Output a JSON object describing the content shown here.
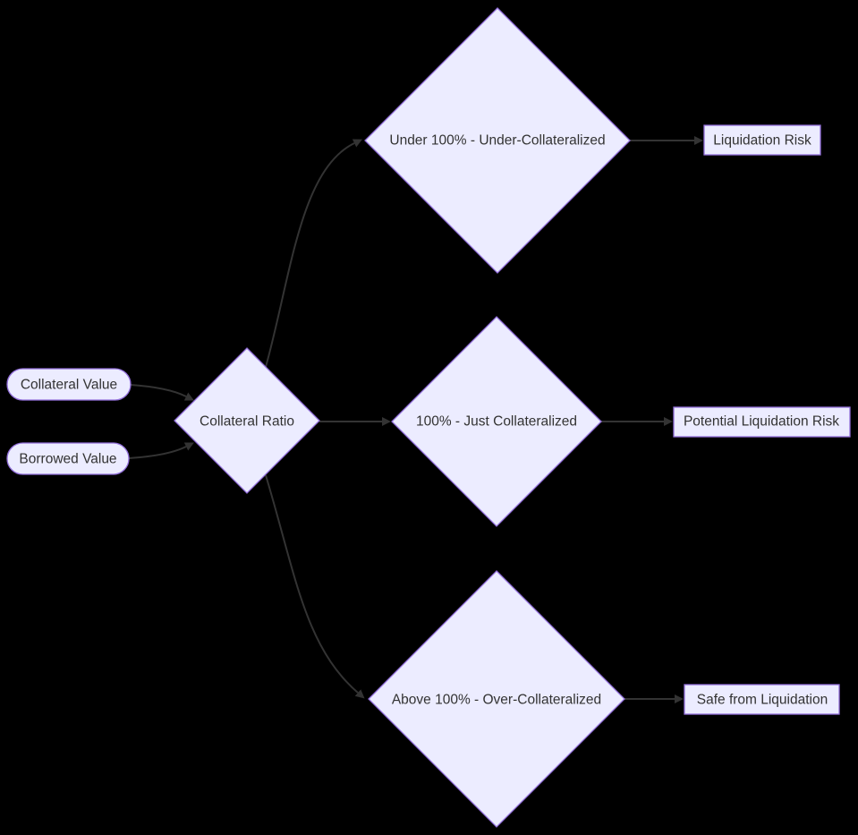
{
  "diagram": {
    "type": "flowchart",
    "direction": "left-to-right",
    "colors": {
      "background": "#000000",
      "node_fill": "#ECECFF",
      "node_border": "#9370DB",
      "edge_stroke": "#333333",
      "text": "#333333"
    },
    "nodes": {
      "collateral_value": {
        "label": "Collateral Value",
        "shape": "stadium"
      },
      "borrowed_value": {
        "label": "Borrowed Value",
        "shape": "stadium"
      },
      "collateral_ratio": {
        "label": "Collateral Ratio",
        "shape": "diamond"
      },
      "under_collateralized": {
        "label": "Under 100% - Under-Collateralized",
        "shape": "diamond"
      },
      "just_collateralized": {
        "label": "100% - Just Collateralized",
        "shape": "diamond"
      },
      "over_collateralized": {
        "label": "Above 100% - Over-Collateralized",
        "shape": "diamond"
      },
      "liquidation_risk": {
        "label": "Liquidation Risk",
        "shape": "rectangle"
      },
      "potential_liquidation_risk": {
        "label": "Potential Liquidation Risk",
        "shape": "rectangle"
      },
      "safe_from_liquidation": {
        "label": "Safe from Liquidation",
        "shape": "rectangle"
      }
    },
    "edges": [
      {
        "from": "Collateral Value",
        "to": "Collateral Ratio"
      },
      {
        "from": "Borrowed Value",
        "to": "Collateral Ratio"
      },
      {
        "from": "Collateral Ratio",
        "to": "Under 100% - Under-Collateralized"
      },
      {
        "from": "Collateral Ratio",
        "to": "100% - Just Collateralized"
      },
      {
        "from": "Collateral Ratio",
        "to": "Above 100% - Over-Collateralized"
      },
      {
        "from": "Under 100% - Under-Collateralized",
        "to": "Liquidation Risk"
      },
      {
        "from": "100% - Just Collateralized",
        "to": "Potential Liquidation Risk"
      },
      {
        "from": "Above 100% - Over-Collateralized",
        "to": "Safe from Liquidation"
      }
    ]
  }
}
